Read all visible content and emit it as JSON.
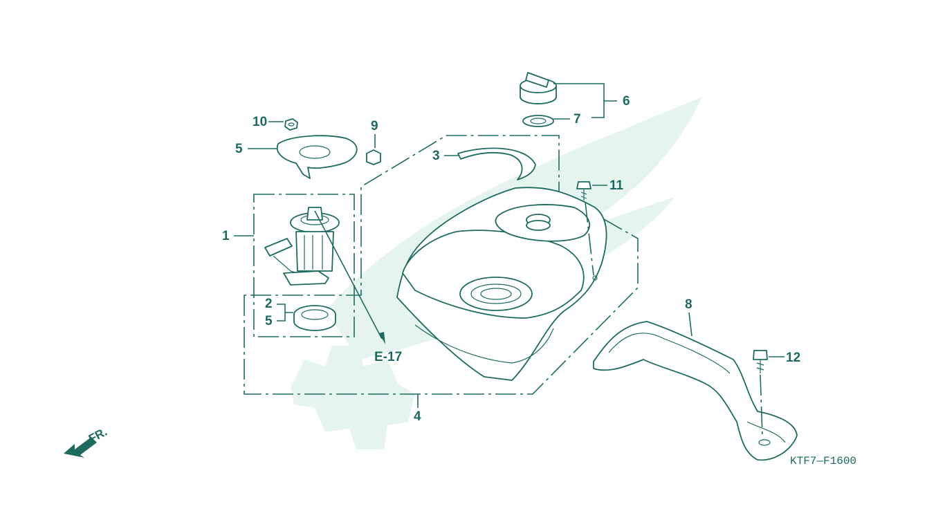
{
  "callouts": [
    {
      "id": "1",
      "text": "1"
    },
    {
      "id": "2",
      "text": "2"
    },
    {
      "id": "3",
      "text": "3"
    },
    {
      "id": "4",
      "text": "4"
    },
    {
      "id": "5a",
      "text": "5"
    },
    {
      "id": "5b",
      "text": "5"
    },
    {
      "id": "6",
      "text": "6"
    },
    {
      "id": "7",
      "text": "7"
    },
    {
      "id": "8",
      "text": "8"
    },
    {
      "id": "9",
      "text": "9"
    },
    {
      "id": "10",
      "text": "10"
    },
    {
      "id": "11",
      "text": "11"
    },
    {
      "id": "12",
      "text": "12"
    }
  ],
  "reference_label": "E-17",
  "front_indicator": "FR.",
  "diagram_code": "KTF7—F1600",
  "colors": {
    "line": "#1c6b5d",
    "watermark": "#e4f3ee"
  }
}
